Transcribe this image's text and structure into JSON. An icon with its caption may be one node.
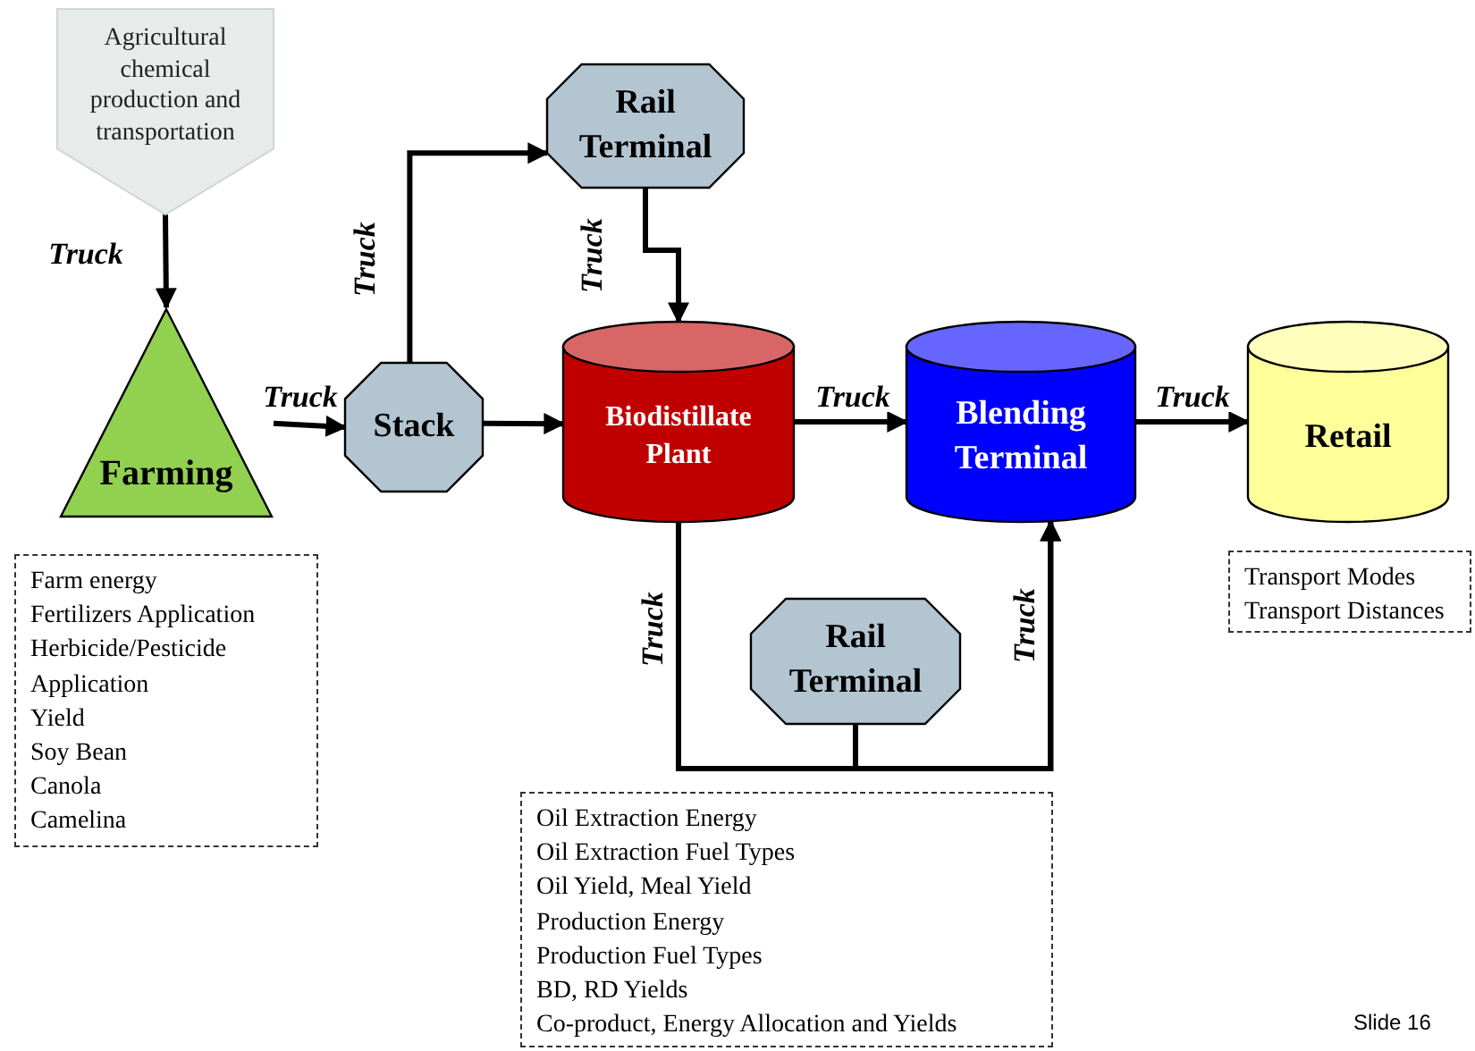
{
  "diagram": {
    "nodes": [
      {
        "text": [
          "Agricultural chemical production and transportation"
        ]
      },
      {
        "text": [
          "Farming"
        ]
      },
      {
        "text": [
          "Stack"
        ]
      },
      {
        "text": [
          "Rail Terminal"
        ]
      },
      {
        "text": [
          "Biodistillate Plant"
        ]
      },
      {
        "text": [
          "Blending Terminal"
        ]
      },
      {
        "text": [
          "Retail"
        ]
      },
      {
        "text": [
          "Rail Terminal"
        ]
      },
      {
        "text": [
          "Farm energy",
          "Fertilizers Application",
          "Herbicide/Pesticide Application",
          "Yield",
          "Soy Bean",
          "Canola",
          "Camelina"
        ]
      },
      {
        "text": [
          "Transport Modes",
          "Transport Distances"
        ]
      },
      {
        "text": [
          "Oil Extraction Energy",
          "Oil Extraction Fuel Types",
          "Oil Yield, Meal Yield",
          "Production Energy",
          "Production Fuel Types",
          "BD, RD Yields",
          "Co-product, Energy Allocation and Yields"
        ]
      }
    ],
    "edges": [
      {
        "from": 0,
        "to": 1,
        "arrow": "to",
        "label": "Truck"
      },
      {
        "from": 1,
        "to": 2,
        "arrow": "to",
        "label": "Truck"
      },
      {
        "from": 2,
        "to": 3,
        "arrow": "to",
        "label": "Truck"
      },
      {
        "from": 2,
        "to": 4,
        "arrow": "to"
      },
      {
        "from": 3,
        "to": 4,
        "arrow": "to",
        "label": "Truck"
      },
      {
        "from": 4,
        "to": 5,
        "arrow": "to",
        "label": "Truck"
      },
      {
        "from": 5,
        "to": 6,
        "arrow": "to",
        "label": "Truck"
      },
      {
        "from": 4,
        "to": 5,
        "arrow": "to",
        "label": "Truck"
      },
      {
        "from": 7,
        "to": 5,
        "arrow": "to",
        "label": "Truck"
      }
    ],
    "labels": [
      "Slide 16"
    ]
  }
}
